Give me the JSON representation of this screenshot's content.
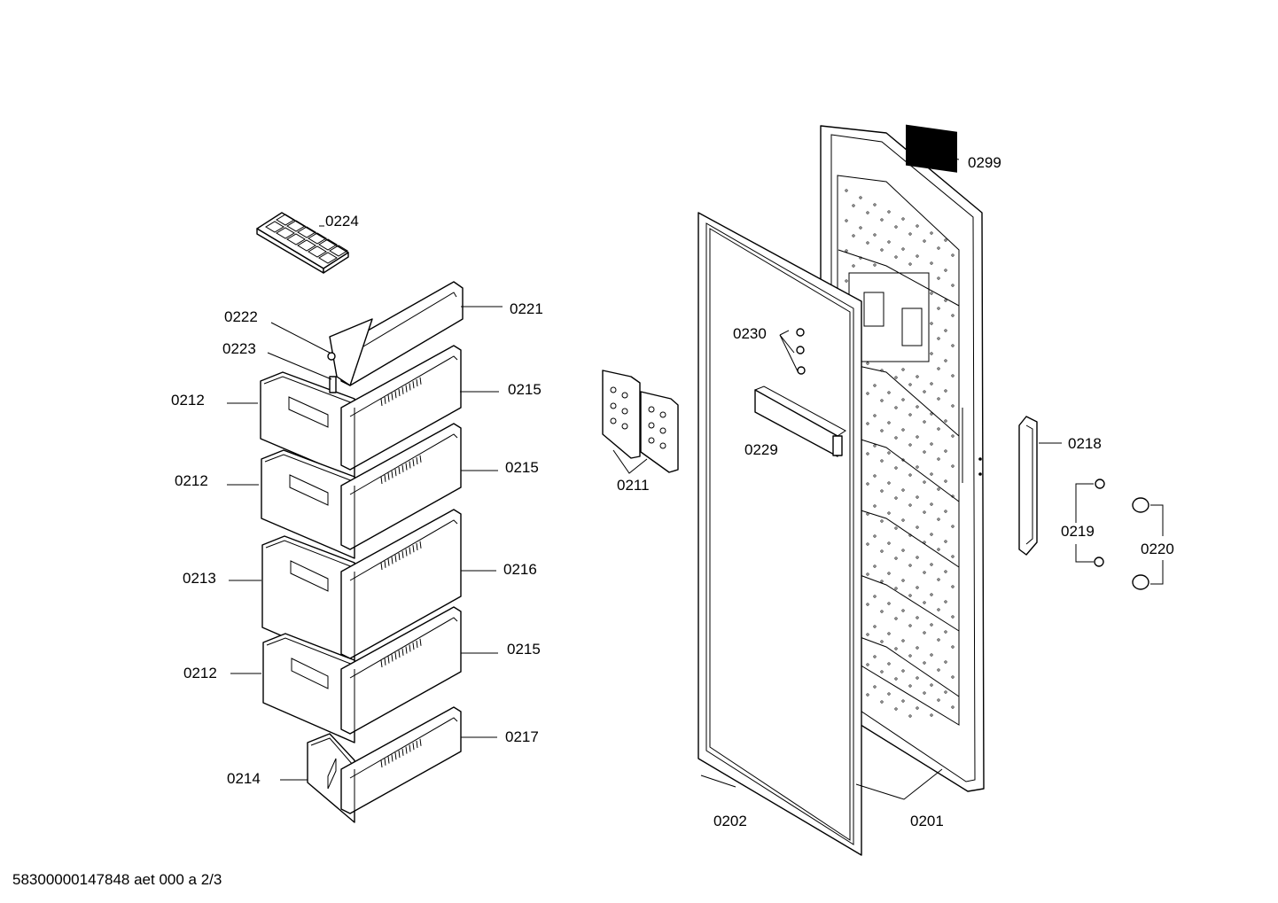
{
  "labels": {
    "p0299": "0299",
    "p0224": "0224",
    "p0221": "0221",
    "p0222": "0222",
    "p0223": "0223",
    "p0212a": "0212",
    "p0215a": "0215",
    "p0212b": "0212",
    "p0215b": "0215",
    "p0213": "0213",
    "p0216": "0216",
    "p0212c": "0212",
    "p0215c": "0215",
    "p0214": "0214",
    "p0217": "0217",
    "p0230": "0230",
    "p0229": "0229",
    "p0211": "0211",
    "p0202": "0202",
    "p0201": "0201",
    "p0218": "0218",
    "p0219": "0219",
    "p0220": "0220"
  },
  "footer": {
    "doc_id": "58300000147848 aet 000 a 2/3"
  }
}
